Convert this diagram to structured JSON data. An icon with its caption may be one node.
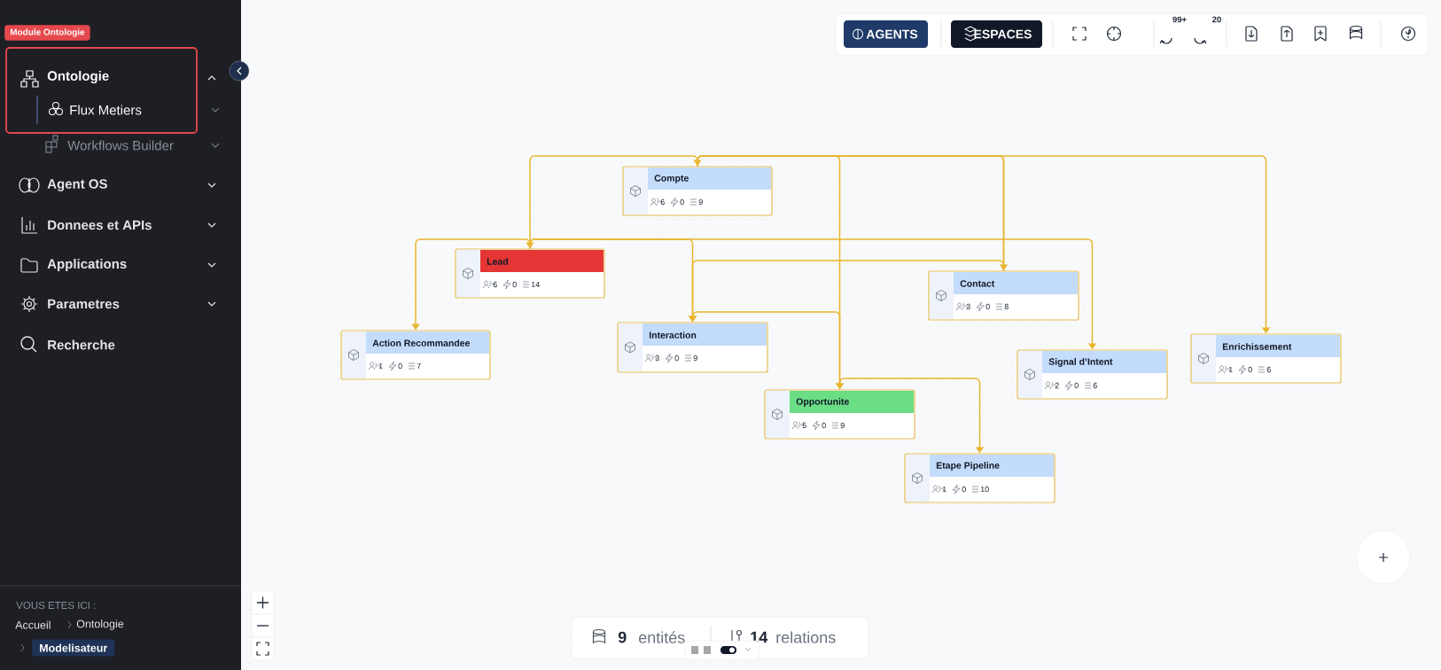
{
  "diagram": {
    "nodes": [
      {
        "text": [
          "Compte",
          "6",
          "0",
          "9"
        ]
      },
      {
        "text": [
          "Lead",
          "6",
          "0",
          "14"
        ]
      },
      {
        "text": [
          "Contact",
          "3",
          "0",
          "8"
        ]
      },
      {
        "text": [
          "Action Recommandee",
          "1",
          "0",
          "7"
        ]
      },
      {
        "text": [
          "Interaction",
          "3",
          "0",
          "9"
        ]
      },
      {
        "text": [
          "Enrichissement",
          "1",
          "0",
          "6"
        ]
      },
      {
        "text": [
          "Signal d’Intent",
          "2",
          "0",
          "6"
        ]
      },
      {
        "text": [
          "Opportunite",
          "5",
          "0",
          "9"
        ]
      },
      {
        "text": [
          "Etape Pipeline",
          "1",
          "0",
          "10"
        ]
      }
    ],
    "edges": [
      {
        "from": 0,
        "to": 1,
        "arrow": "to"
      },
      {
        "from": 0,
        "to": 2,
        "arrow": "to"
      },
      {
        "from": 0,
        "to": 5,
        "arrow": "to"
      },
      {
        "from": 0,
        "to": 7,
        "arrow": "to"
      },
      {
        "from": 1,
        "to": 3,
        "arrow": "to"
      },
      {
        "from": 1,
        "to": 4,
        "arrow": "to"
      },
      {
        "from": 1,
        "to": 6,
        "arrow": "to"
      },
      {
        "from": 2,
        "to": 4,
        "arrow": "to"
      },
      {
        "from": 4,
        "to": 7,
        "arrow": "to"
      },
      {
        "from": 7,
        "to": 8,
        "arrow": "to"
      },
      {
        "from": 2,
        "to": 0,
        "arrow": "to"
      }
    ],
    "labels": [
      "Module Ontologie",
      "Ontologie",
      "Flux Metiers",
      "Workflows Builder",
      "Agent OS",
      "Donnees et APIs",
      "Applications",
      "Parametres",
      "Recherche",
      "AGENTS",
      "ESPACES",
      "99+",
      "20",
      "VOUS ETES ICI :",
      "Accueil",
      "Ontologie",
      "Modelisateur",
      "9",
      "entités",
      "14",
      "relations"
    ]
  }
}
